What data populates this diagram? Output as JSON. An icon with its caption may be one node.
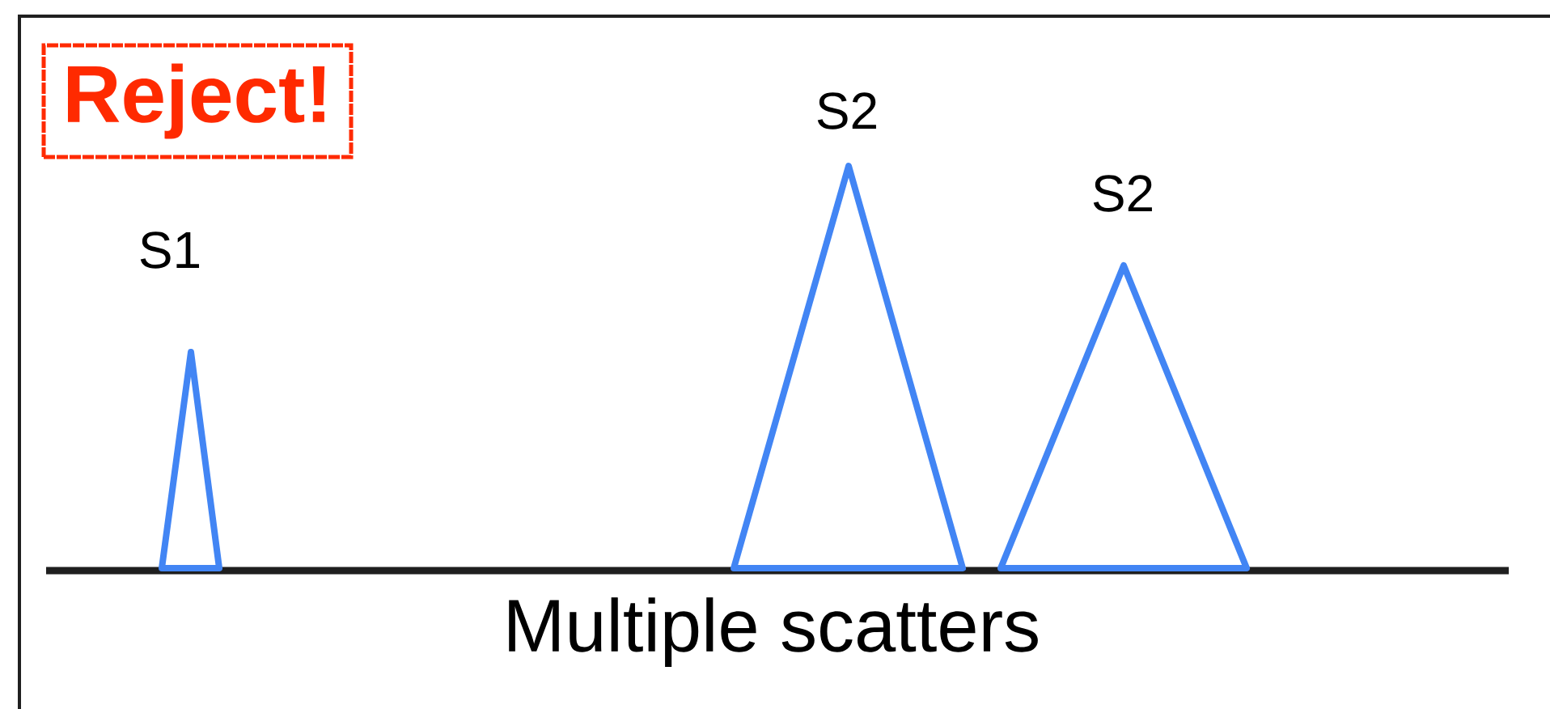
{
  "diagram": {
    "nodes": [
      {
        "text": [
          "Reject!"
        ]
      },
      {
        "text": [],
        "shape": "triangle",
        "beside": [
          "S1"
        ]
      },
      {
        "text": [],
        "shape": "triangle",
        "beside": [
          "S2"
        ]
      },
      {
        "text": [],
        "shape": "triangle",
        "beside": [
          "S2"
        ]
      }
    ],
    "labels": [
      "Multiple scatters"
    ]
  }
}
